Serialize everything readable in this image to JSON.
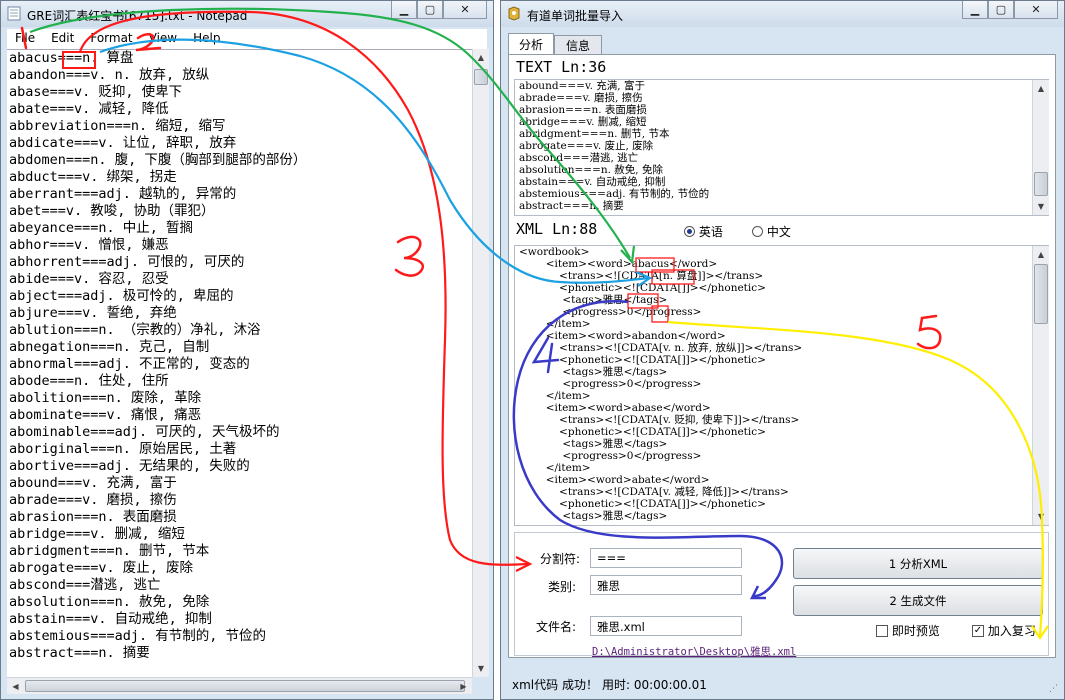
{
  "notepad": {
    "title": "GRE词汇表红宝书[6715].txt - Notepad",
    "menu": [
      "File",
      "Edit",
      "Format",
      "View",
      "Help"
    ],
    "lines": [
      "abacus===n. 算盘",
      "abandon===v. n. 放弃, 放纵",
      "abase===v. 贬抑, 使卑下",
      "abate===v. 减轻, 降低",
      "abbreviation===n. 缩短, 缩写",
      "abdicate===v. 让位, 辞职, 放弃",
      "abdomen===n. 腹, 下腹（胸部到腿部的部份）",
      "abduct===v. 绑架, 拐走",
      "aberrant===adj. 越轨的, 异常的",
      "abet===v. 教唆, 协助（罪犯）",
      "abeyance===n. 中止, 暂搁",
      "abhor===v. 憎恨, 嫌恶",
      "abhorrent===adj. 可恨的, 可厌的",
      "abide===v. 容忍, 忍受",
      "abject===adj. 极可怜的, 卑屈的",
      "abjure===v. 誓绝, 弃绝",
      "ablution===n. （宗教的）净礼, 沐浴",
      "abnegation===n. 克己, 自制",
      "abnormal===adj. 不正常的, 变态的",
      "abode===n. 住处, 住所",
      "abolition===n. 废除, 革除",
      "abominate===v. 痛恨, 痛恶",
      "abominable===adj. 可厌的, 天气极坏的",
      "aboriginal===n. 原始居民, 土著",
      "abortive===adj. 无结果的, 失败的",
      "abound===v. 充满, 富于",
      "abrade===v. 磨损, 擦伤",
      "abrasion===n. 表面磨损",
      "abridge===v. 删减, 缩短",
      "abridgment===n. 删节, 节本",
      "abrogate===v. 废止, 废除",
      "abscond===潜逃, 逃亡",
      "absolution===n. 赦免, 免除",
      "abstain===v. 自动戒绝, 抑制",
      "abstemious===adj. 有节制的, 节俭的",
      "abstract===n. 摘要"
    ]
  },
  "youdao": {
    "title": "有道单词批量导入",
    "tabs": [
      "分析",
      "信息"
    ],
    "text_header": "TEXT Ln:36",
    "text_lines": [
      "abound===v. 充满, 富于",
      "abrade===v. 磨损, 擦伤",
      "abrasion===n. 表面磨损",
      "abridge===v. 删减, 缩短",
      "abridgment===n. 删节, 节本",
      "abrogate===v. 废止, 废除",
      "abscond===潜逃, 逃亡",
      "absolution===n. 赦免, 免除",
      "abstain===v. 自动戒绝, 抑制",
      "abstemious===adj. 有节制的, 节俭的",
      "abstract===n. 摘要"
    ],
    "xml_header": "XML Ln:88",
    "radio_english": "英语",
    "radio_chinese": "中文",
    "xml_lines": [
      "<wordbook>",
      "        <item><word>abacus</word>",
      "            <trans><![CDATA[n. 算盘]]></trans>",
      "            <phonetic><![CDATA[]]></phonetic>",
      "             <tags>雅思</tags>",
      "             <progress>0</progress>",
      "        </item>",
      "        <item><word>abandon</word>",
      "            <trans><![CDATA[v. n. 放弃, 放纵]]></trans>",
      "            <phonetic><![CDATA[]]></phonetic>",
      "             <tags>雅思</tags>",
      "             <progress>0</progress>",
      "        </item>",
      "        <item><word>abase</word>",
      "            <trans><![CDATA[v. 贬抑, 使卑下]]></trans>",
      "            <phonetic><![CDATA[]]></phonetic>",
      "             <tags>雅思</tags>",
      "             <progress>0</progress>",
      "        </item>",
      "        <item><word>abate</word>",
      "            <trans><![CDATA[v. 减轻, 降低]]></trans>",
      "            <phonetic><![CDATA[]]></phonetic>",
      "             <tags>雅思</tags>"
    ],
    "separator_label": "分割符:",
    "separator_value": "===",
    "category_label": "类别:",
    "category_value": "雅思",
    "filename_label": "文件名:",
    "filename_value": "雅思.xml",
    "btn_analyze": "1 分析XML",
    "btn_generate": "2 生成文件",
    "cb_preview": "即时预览",
    "cb_review": "加入复习",
    "file_path": "D:\\Administrator\\Desktop\\雅思.xml",
    "status_text": "xml代码 成功！",
    "status_time": "用时: 00:00:00.01"
  },
  "annotations": {
    "one": "1",
    "two": "2",
    "three": "3",
    "four": "4",
    "five": "5"
  },
  "colors": {
    "red": "#ff1a1a",
    "green": "#22b14c",
    "blue": "#1ba1e2",
    "navy": "#3a3ac8",
    "yellow": "#ffee00"
  }
}
